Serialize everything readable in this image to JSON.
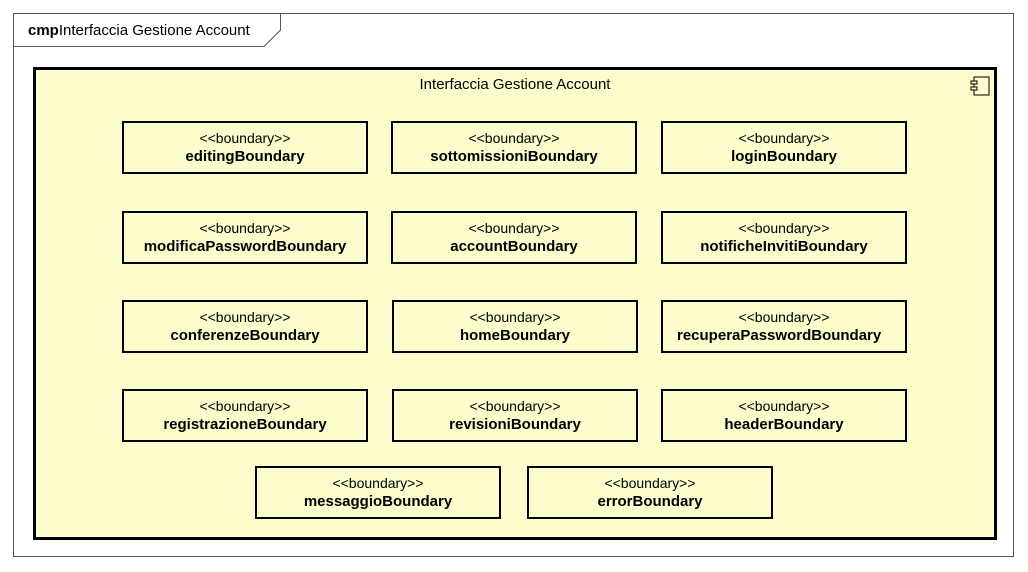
{
  "frame": {
    "keyword": "cmp",
    "title": "Interfaccia Gestione Account"
  },
  "component": {
    "title": "Interfaccia Gestione Account",
    "icon": "component-icon"
  },
  "stereotype": "<<boundary>>",
  "boundaries": [
    "editingBoundary",
    "sottomissioniBoundary",
    "loginBoundary",
    "modificaPasswordBoundary",
    "accountBoundary",
    "notificheInvitiBoundary",
    "conferenzeBoundary",
    "homeBoundary",
    "recuperaPasswordBoundary",
    "registrazioneBoundary",
    "revisioniBoundary",
    "headerBoundary",
    "messaggioBoundary",
    "errorBoundary"
  ],
  "colors": {
    "component_fill": "#fdfccd",
    "border": "#000000"
  }
}
